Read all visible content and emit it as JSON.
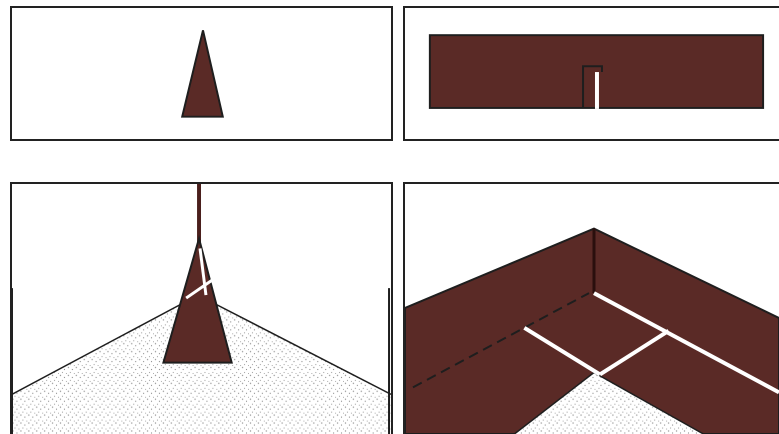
{
  "colors": {
    "wall": "#5a2a26",
    "outline": "#1e1e1e",
    "floor_speckle": "#9a9a9a",
    "background": "#ffffff",
    "gap": "#ffffff"
  },
  "panels": [
    {
      "id": "p1",
      "content": "triangle-shape"
    },
    {
      "id": "p2",
      "content": "rectangle-with-slit"
    },
    {
      "id": "p3",
      "content": "corridor-perspective"
    },
    {
      "id": "p4",
      "content": "room-corner-perspective"
    }
  ]
}
